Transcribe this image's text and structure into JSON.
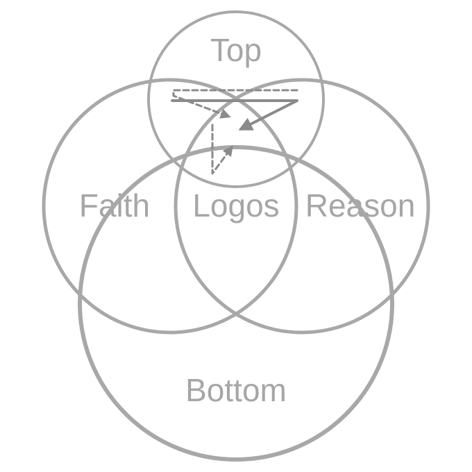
{
  "diagram": {
    "type": "venn",
    "colors": {
      "outline": "#a8a8a8",
      "label": "#a6a6a6",
      "arrow": "#8a8a8a"
    },
    "sets": {
      "top": {
        "label": "Top"
      },
      "faith": {
        "label": "Faith"
      },
      "reason": {
        "label": "Reason"
      },
      "bottom": {
        "label": "Bottom"
      }
    },
    "center": {
      "label": "Logos"
    }
  }
}
